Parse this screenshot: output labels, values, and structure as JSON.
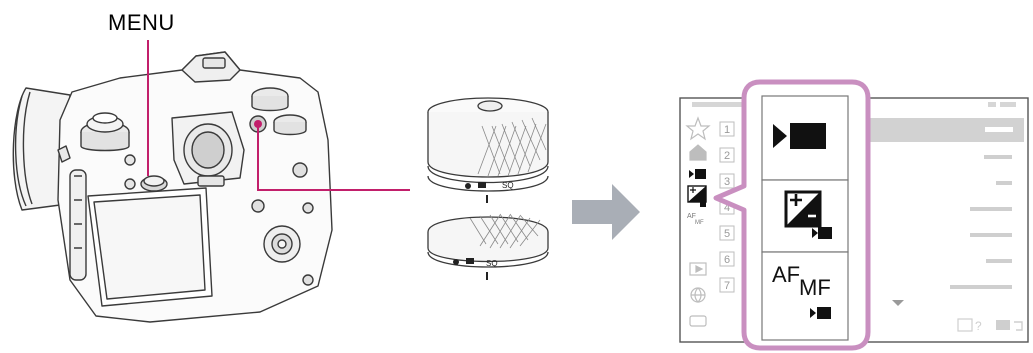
{
  "callout": {
    "menu_label": "MENU"
  },
  "dial": {
    "upper_marks": [
      "SQ"
    ],
    "lower_marks": [
      "SQ"
    ]
  },
  "menu_screen": {
    "rows": [
      "1",
      "2",
      "3",
      "4",
      "5",
      "6",
      "7"
    ],
    "featured_tabs": [
      {
        "name": "movie",
        "icon": "movie-camera-icon"
      },
      {
        "name": "exposure-color",
        "icon": "exposure-compensation-movie-icon"
      },
      {
        "name": "focus",
        "icon": "af-mf-movie-icon",
        "af": "AF",
        "mf": "MF"
      }
    ],
    "footer": "?"
  },
  "colors": {
    "highlight": "#c98fc0",
    "arrow": "#a9aeb6",
    "callout_line": "#c21f6b"
  }
}
